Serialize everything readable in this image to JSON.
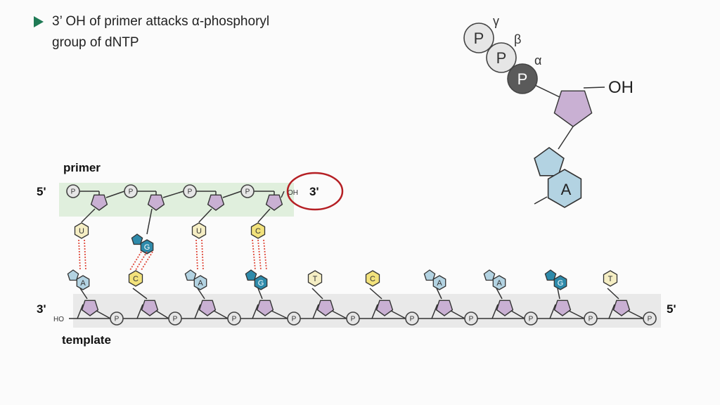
{
  "bullet": {
    "line1": "3’ OH of primer attacks α-phosphoryl",
    "line2": "group of dNTP"
  },
  "labels": {
    "primer": "primer",
    "template": "template",
    "primer_5": "5'",
    "primer_3": "3'",
    "template_3": "3'",
    "template_5": "5'",
    "primer_oh": "OH",
    "template_ho": "HO"
  },
  "dntp": {
    "phosphate_label": "P",
    "gamma": "γ",
    "beta": "β",
    "alpha": "α",
    "oh": "OH",
    "base": "A"
  },
  "phosphate_label": "P",
  "primer_bases": [
    "U",
    "G",
    "U",
    "C"
  ],
  "template_bases": [
    "A",
    "C",
    "A",
    "G",
    "T",
    "C",
    "A",
    "A",
    "G",
    "T"
  ],
  "colors": {
    "sugar": "#c9b0d3",
    "A": "#b3d3e2",
    "U": "#f5eec4",
    "T": "#f5eec4",
    "C": "#f2e27c",
    "G": "#2e8aaa",
    "phosphate": "#e6e6e6",
    "alpha_phosphate": "#5a5a5a",
    "primer_band": "#e0efdd",
    "template_band": "#e9e9e9",
    "highlight_circle": "#b51f24",
    "h_bond": "#e04a3c",
    "bullet_arrow": "#1f7a55"
  }
}
